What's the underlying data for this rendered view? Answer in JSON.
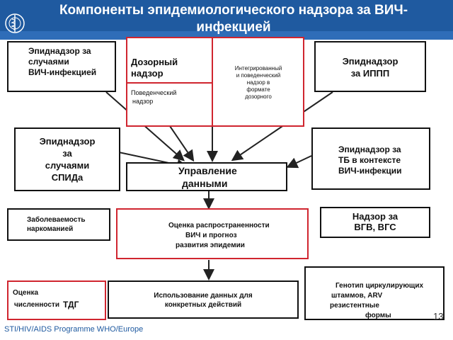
{
  "title": "Компоненты эпидемиологического надзора за ВИЧ-инфекцией",
  "footer": "STI/HIV/AIDS Programme WHO/Europe",
  "page_number": "13",
  "logo": "who-emblem",
  "colors": {
    "header": "#1f5aa0",
    "accent_border": "#d0252f",
    "box_border": "#111111"
  },
  "boxes": {
    "hiv_surveillance": [
      "Эпиднадзор за",
      "случаями",
      "ВИЧ-инфекцией"
    ],
    "sentinel": [
      "Дозорный",
      "надзор"
    ],
    "behavioral": [
      "Поведенческий",
      "надзор"
    ],
    "integrated": [
      "Интегрированный",
      "и поведенческий",
      "надзор в",
      "формате",
      "дозорного"
    ],
    "sti": [
      "Эпиднадзор",
      "за ИППП"
    ],
    "aids": [
      "Эпиднадзор",
      "за",
      "случаями",
      "СПИДа"
    ],
    "data_management": [
      "Управление",
      "данными"
    ],
    "tb": [
      "Эпиднадзор за",
      "ТБ  в контексте",
      "ВИЧ-инфекции"
    ],
    "drug_addiction": [
      "Заболеваемость",
      "наркоманией"
    ],
    "prevalence": [
      "Оценка распространенности",
      "ВИЧ и прогноз",
      "развития эпидемии"
    ],
    "hepatitis": [
      "Надзор за",
      "ВГВ, ВГС"
    ],
    "idu_estimate": [
      "Оценка",
      "численности",
      "ТДГ"
    ],
    "data_use": [
      "Использование данных для",
      "конкретных действий"
    ],
    "genotype": [
      "Генотип циркулирующих",
      "штаммов, ARV",
      "резистентные",
      "формы"
    ]
  }
}
